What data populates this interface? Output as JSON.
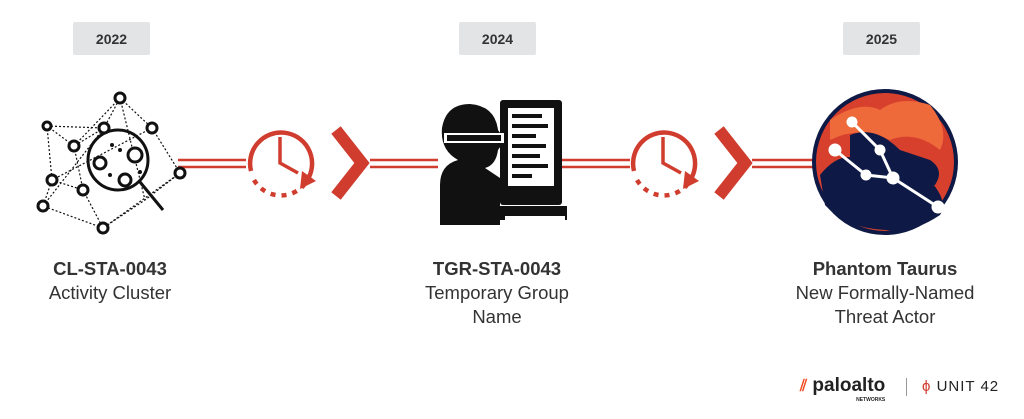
{
  "stages": [
    {
      "year": "2022",
      "title": "CL-STA-0043",
      "subtitle": "Activity Cluster",
      "icon": "network-cluster-icon"
    },
    {
      "year": "2024",
      "title": "TGR-STA-0043",
      "subtitle": "Temporary Group Name",
      "icon": "hacker-computer-icon"
    },
    {
      "year": "2025",
      "title": "Phantom Taurus",
      "subtitle": "New Formally-Named Threat Actor",
      "icon": "taurus-emblem-icon"
    }
  ],
  "colors": {
    "accent": "#d03d2f",
    "badge": "#e3e4e6",
    "text": "#333333",
    "navy": "#0e1a45"
  },
  "footer": {
    "brand1": "paloalto",
    "brand1_sub": "NETWORKS",
    "brand2": "UNIT 42"
  }
}
